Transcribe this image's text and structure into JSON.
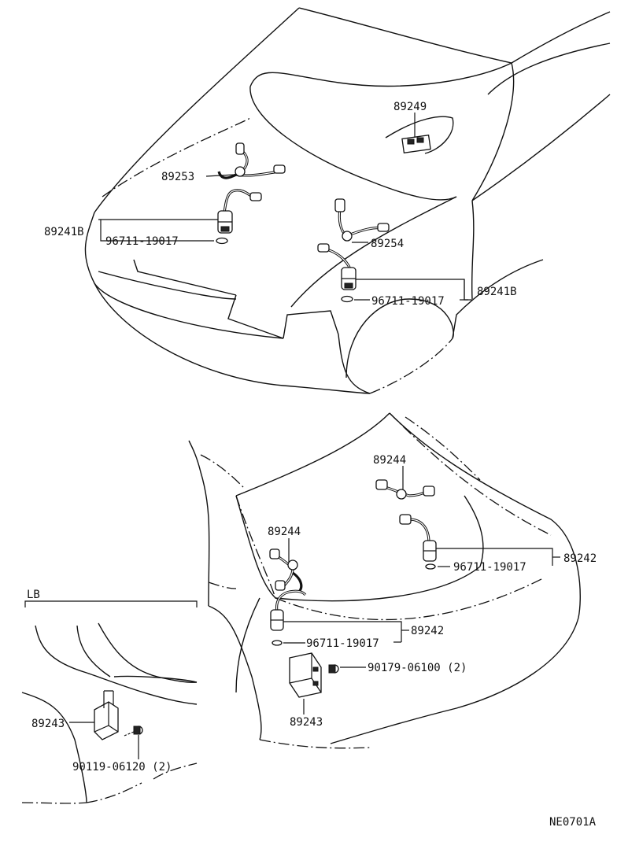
{
  "labels": {
    "top_89249": "89249",
    "top_89253": "89253",
    "top_89241b_left": "89241B",
    "top_96711_left": "96711-19017",
    "top_89254": "89254",
    "top_96711_right": "96711-19017",
    "top_89241b_right": "89241B",
    "bot_89244_right": "89244",
    "bot_89244_left": "89244",
    "bot_96711_right": "96711-19017",
    "bot_89242_right": "89242",
    "bot_96711_left": "96711-19017",
    "bot_89242_left": "89242",
    "bot_90179": "90179-06100 (2)",
    "bot_89243": "89243",
    "lb_title": "LB",
    "lb_89243": "89243",
    "lb_90119": "90119-06120 (2)",
    "diagram_code": "NE0701A"
  },
  "colors": {
    "ink": "#111111",
    "paper": "#ffffff"
  }
}
